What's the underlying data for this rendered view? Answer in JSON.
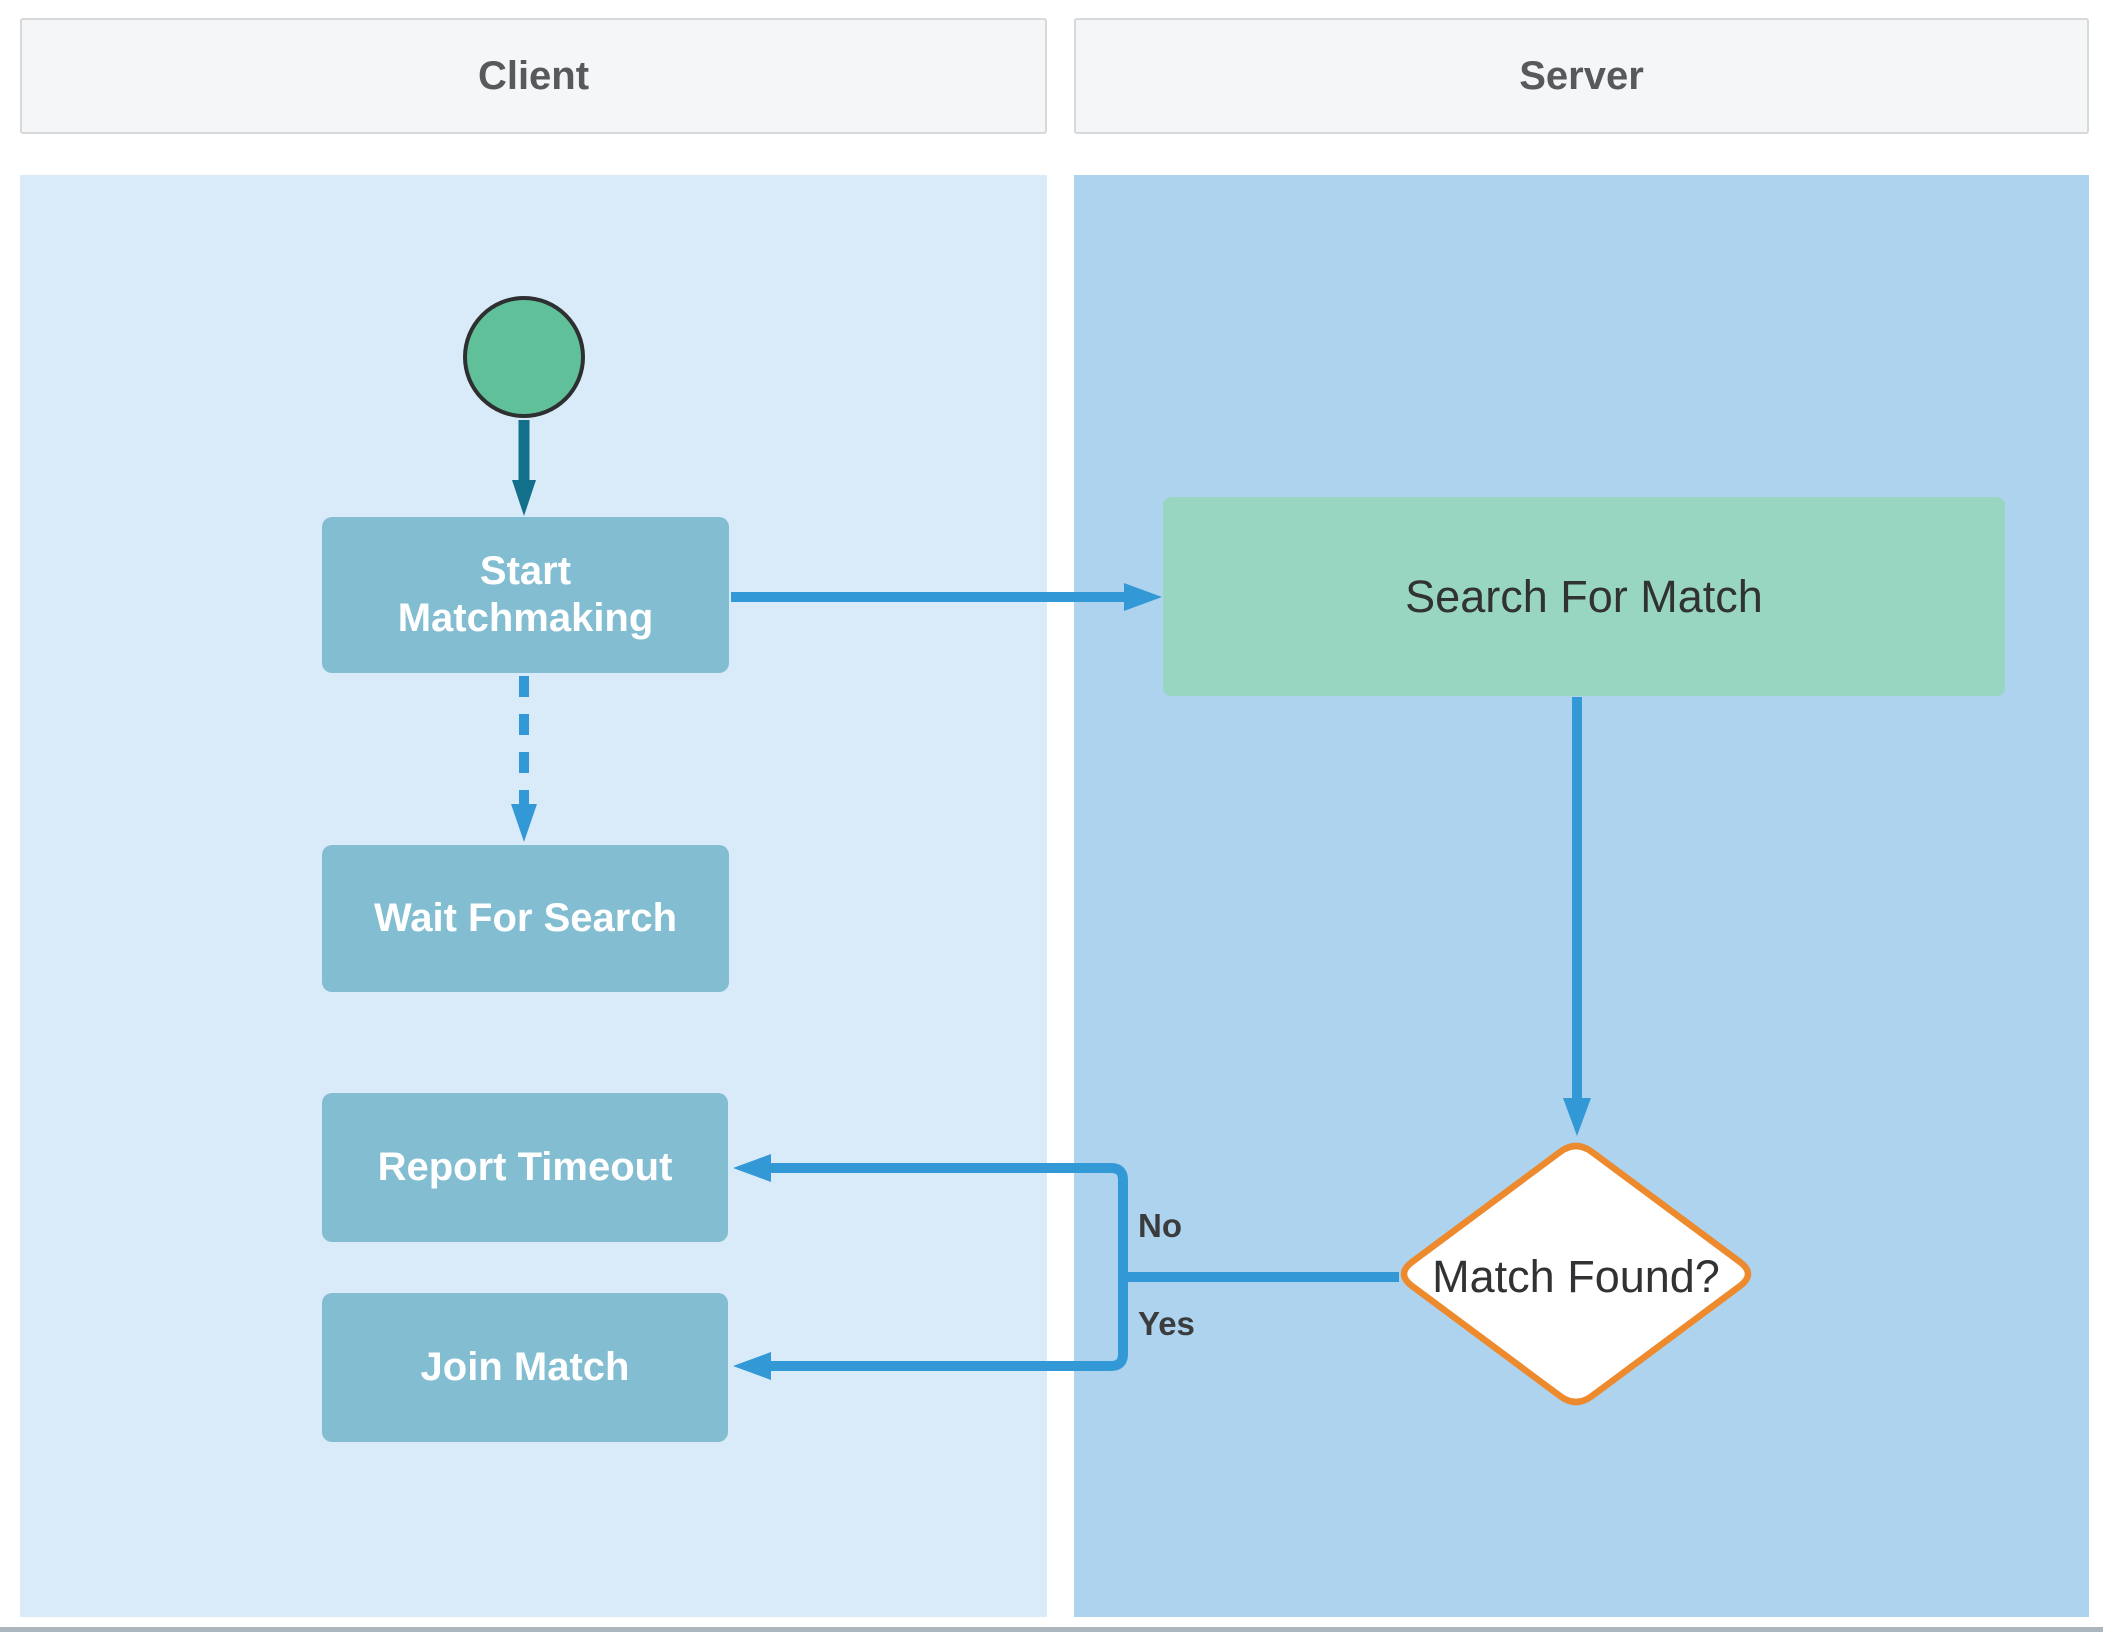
{
  "colors": {
    "client-lane": "#d9eaf8",
    "server-lane": "#aed3ee",
    "header-bg": "#f5f6f8",
    "header-border": "#d8d9db",
    "header-text": "#58595b",
    "process-fill": "#82bdd1",
    "process-text": "#ffffff",
    "start-fill": "#60c09a",
    "start-stroke": "#2d2f30",
    "green-fill": "#99d6c2",
    "dark-text": "#303234",
    "connector": "#3399d6",
    "connector-dark": "#13708a",
    "diamond-stroke": "#ee8a2e",
    "label-text": "#3b3c3d",
    "bottom-bar": "#adb5bc"
  },
  "lanes": {
    "client": {
      "title": "Client"
    },
    "server": {
      "title": "Server"
    }
  },
  "nodes": {
    "start_matchmaking": "Start Matchmaking",
    "wait_for_search": "Wait For Search",
    "report_timeout": "Report Timeout",
    "join_match": "Join Match",
    "search_for_match": "Search For Match",
    "match_found": "Match Found?"
  },
  "edge_labels": {
    "no": "No",
    "yes": "Yes"
  }
}
